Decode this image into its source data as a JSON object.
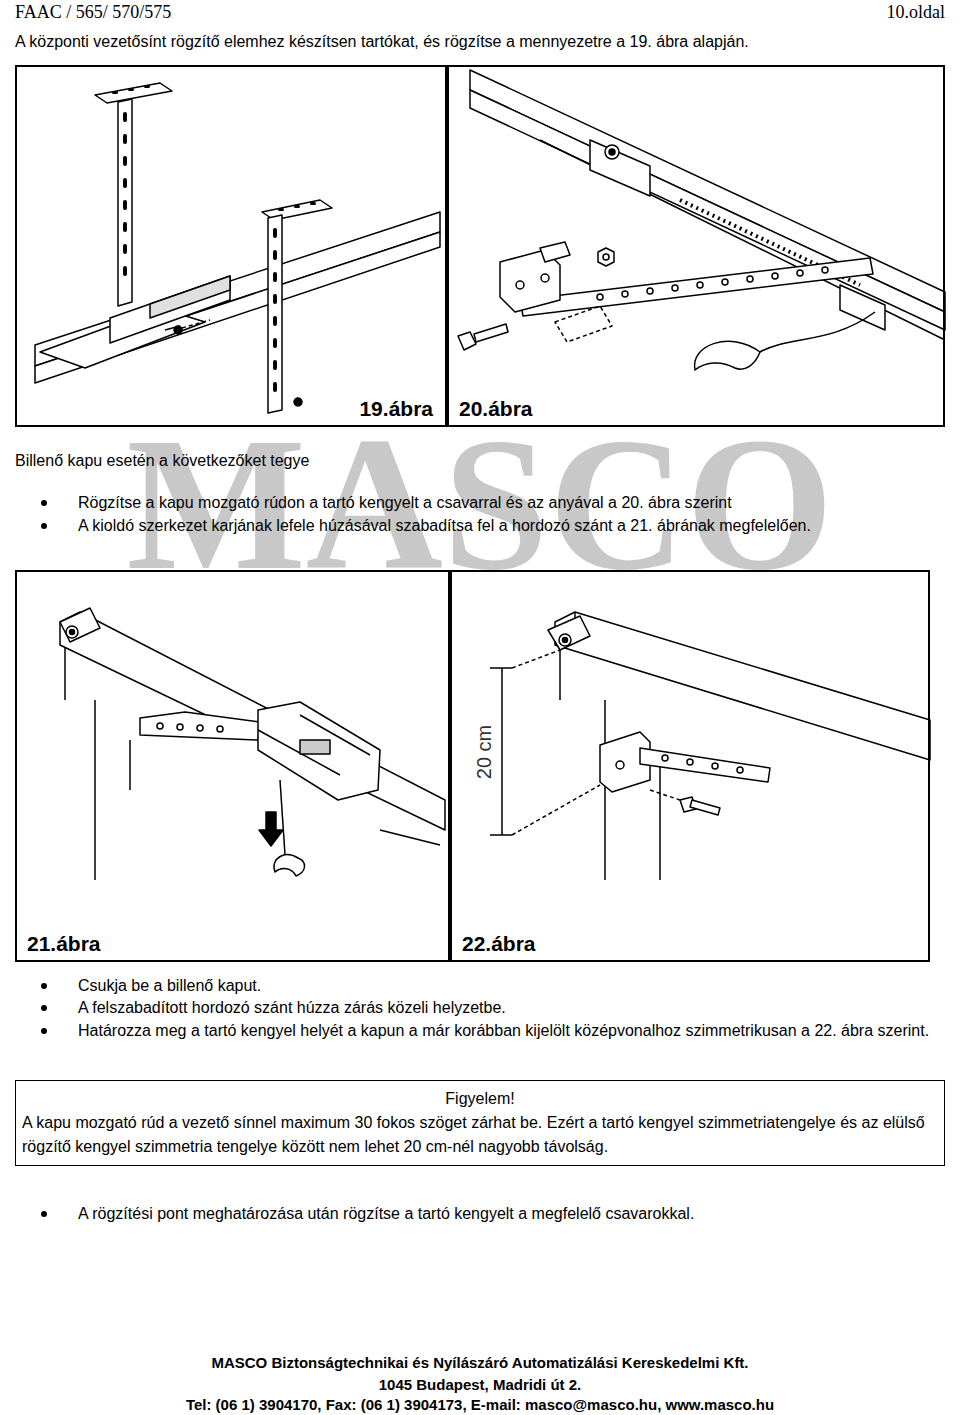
{
  "diagram": {
    "nodes": [
      {
        "text": [
          "19.ábra"
        ]
      },
      {
        "text": [
          "20.ábra"
        ]
      },
      {
        "text": [
          "21.ábra"
        ]
      },
      {
        "text": [
          "22.ábra"
        ]
      },
      {
        "text": [
          "Figyelem!",
          "A kapu mozgató rúd a vezető sínnel maximum 30 fokos szöget zárhat be. Ezért a tartó kengyel szimmetriatengelye és az elülső rögzítő kengyel szimmetria tengelye között nem lehet 20 cm-nél nagyobb távolság."
        ]
      }
    ],
    "labels": [
      "FAAC / 565/ 570/575",
      "10.oldal",
      "A központi vezetősínt rögzítő elemhez készítsen tartókat, és rögzítse a mennyezetre a 19. ábra alapján.",
      "Billenő kapu esetén a következőket tegye",
      "MASCO",
      "Rögzítse a kapu mozgató rúdon a tartó kengyelt a csavarral és az anyával a 20. ábra szerint",
      "A kioldó szerkezet karjának lefele húzásával szabadítsa fel a hordozó szánt a 21. ábrának megfelelően.",
      "20 cm",
      "Csukja be a billenő kaput.",
      "A felszabadított hordozó szánt húzza zárás közeli helyzetbe.",
      "Határozza meg a tartó kengyel helyét a kapun a már korábban kijelölt középvonalhoz szimmetrikusan a 22. ábra szerint.",
      "A rögzítési pont meghatározása után rögzítse a tartó kengyelt a megfelelő csavarokkal.",
      "MASCO Biztonságtechnikai és Nyílászáró Automatizálási Kereskedelmi Kft.",
      "1045 Budapest, Madridi út 2.",
      "Tel: (06 1) 3904170, Fax: (06 1) 3904173, E-mail: masco@masco.hu, www.masco.hu"
    ]
  }
}
